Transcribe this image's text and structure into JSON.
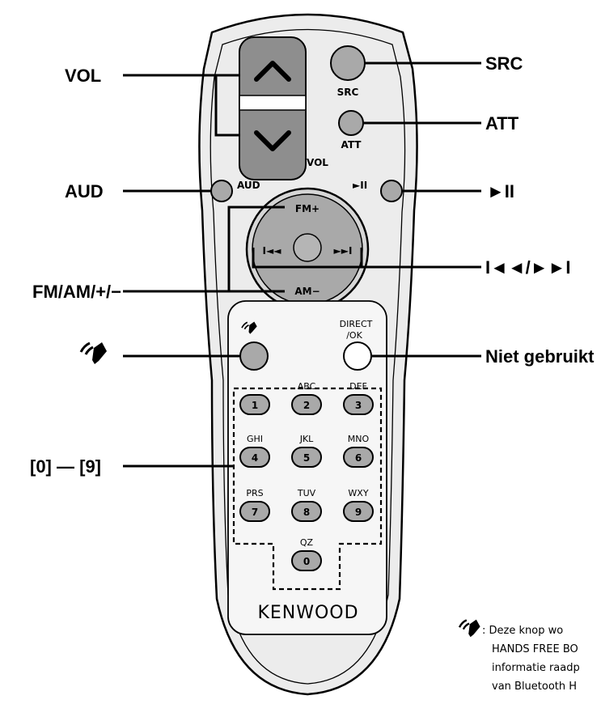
{
  "callouts": {
    "vol": "VOL",
    "src": "SRC",
    "att": "ATT",
    "aud": "AUD",
    "play_pause": "►II",
    "fm_am": "FM/AM/+/−",
    "skip": "I◄◄/►►I",
    "hands_free": "",
    "not_used": "Niet gebruikt",
    "digits": "[0] — [9]"
  },
  "remote_labels": {
    "vol": "VOL",
    "src": "SRC",
    "att": "ATT",
    "aud": "AUD",
    "play_pause": "►II",
    "fm_plus": "FM+",
    "am_minus": "AM−",
    "prev": "I◄◄",
    "next": "►►I",
    "direct_ok_1": "DIRECT",
    "direct_ok_2": "/OK",
    "brand": "KENWOOD"
  },
  "keypad": [
    {
      "digit": "1",
      "letters": ""
    },
    {
      "digit": "2",
      "letters": "ABC"
    },
    {
      "digit": "3",
      "letters": "DEF"
    },
    {
      "digit": "4",
      "letters": "GHI"
    },
    {
      "digit": "5",
      "letters": "JKL"
    },
    {
      "digit": "6",
      "letters": "MNO"
    },
    {
      "digit": "7",
      "letters": "PRS"
    },
    {
      "digit": "8",
      "letters": "TUV"
    },
    {
      "digit": "9",
      "letters": "WXY"
    },
    {
      "digit": "0",
      "letters": "QZ"
    }
  ],
  "footnote": [
    ": Deze knop wo",
    "HANDS FREE BO",
    "informatie raadp",
    "van Bluetooth H"
  ],
  "colors": {
    "button_gray": "#a9a9a9",
    "body_fill": "#ececec",
    "inner_fill": "#f6f6f6",
    "ring_fill": "#d6d6d6"
  }
}
